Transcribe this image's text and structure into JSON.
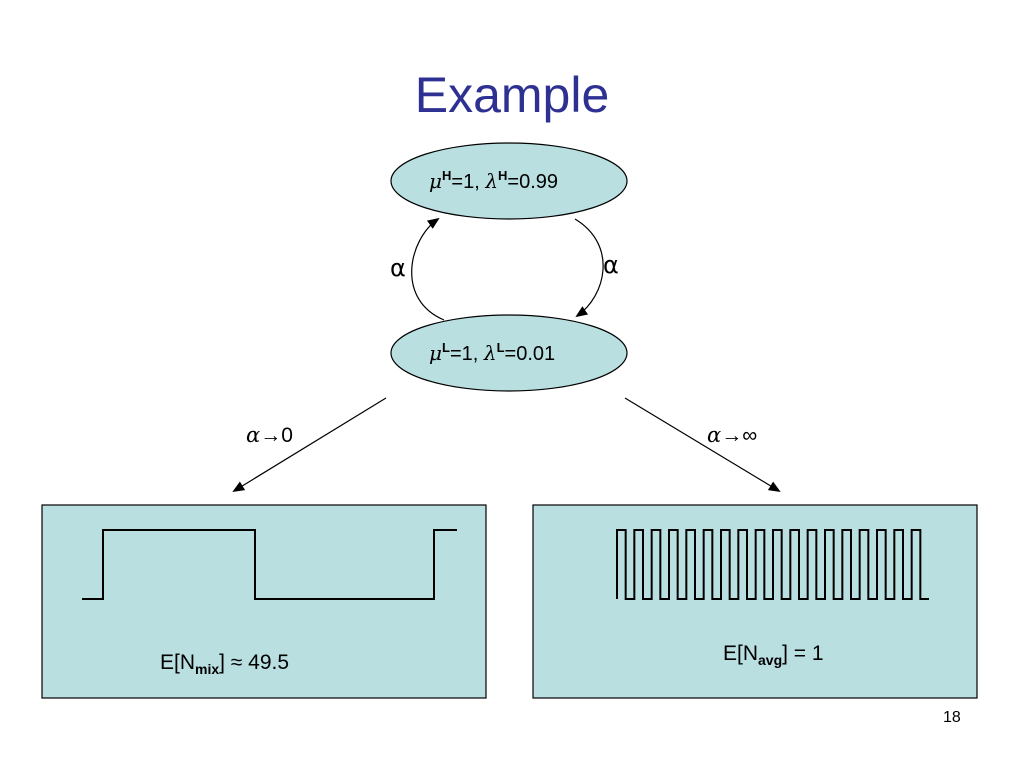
{
  "title": "Example",
  "states": {
    "high": {
      "mu": "μ",
      "mu_sup": "H",
      "mu_val": "=1, ",
      "lambda": "λ",
      "lambda_sup": "H",
      "lambda_val": "=0.99"
    },
    "low": {
      "mu": "μ",
      "mu_sup": "L",
      "mu_val": "=1, ",
      "lambda": "λ",
      "lambda_sup": "L",
      "lambda_val": "=0.01"
    }
  },
  "transitions": {
    "left_label": "α",
    "right_label": "α"
  },
  "limits": {
    "left": {
      "var": "α",
      "arrow": "→",
      "target": "0"
    },
    "right": {
      "var": "α",
      "arrow": "→",
      "target": "∞"
    }
  },
  "boxes": {
    "mix": {
      "prefix": "E[N",
      "sub": "mix",
      "suffix": "] ≈ 49.5"
    },
    "avg": {
      "prefix": "E[N",
      "sub": "avg",
      "suffix": "] = 1"
    }
  },
  "colors": {
    "title": "#2e3192",
    "fill": "#b9dfe1"
  },
  "slide_number": "18"
}
